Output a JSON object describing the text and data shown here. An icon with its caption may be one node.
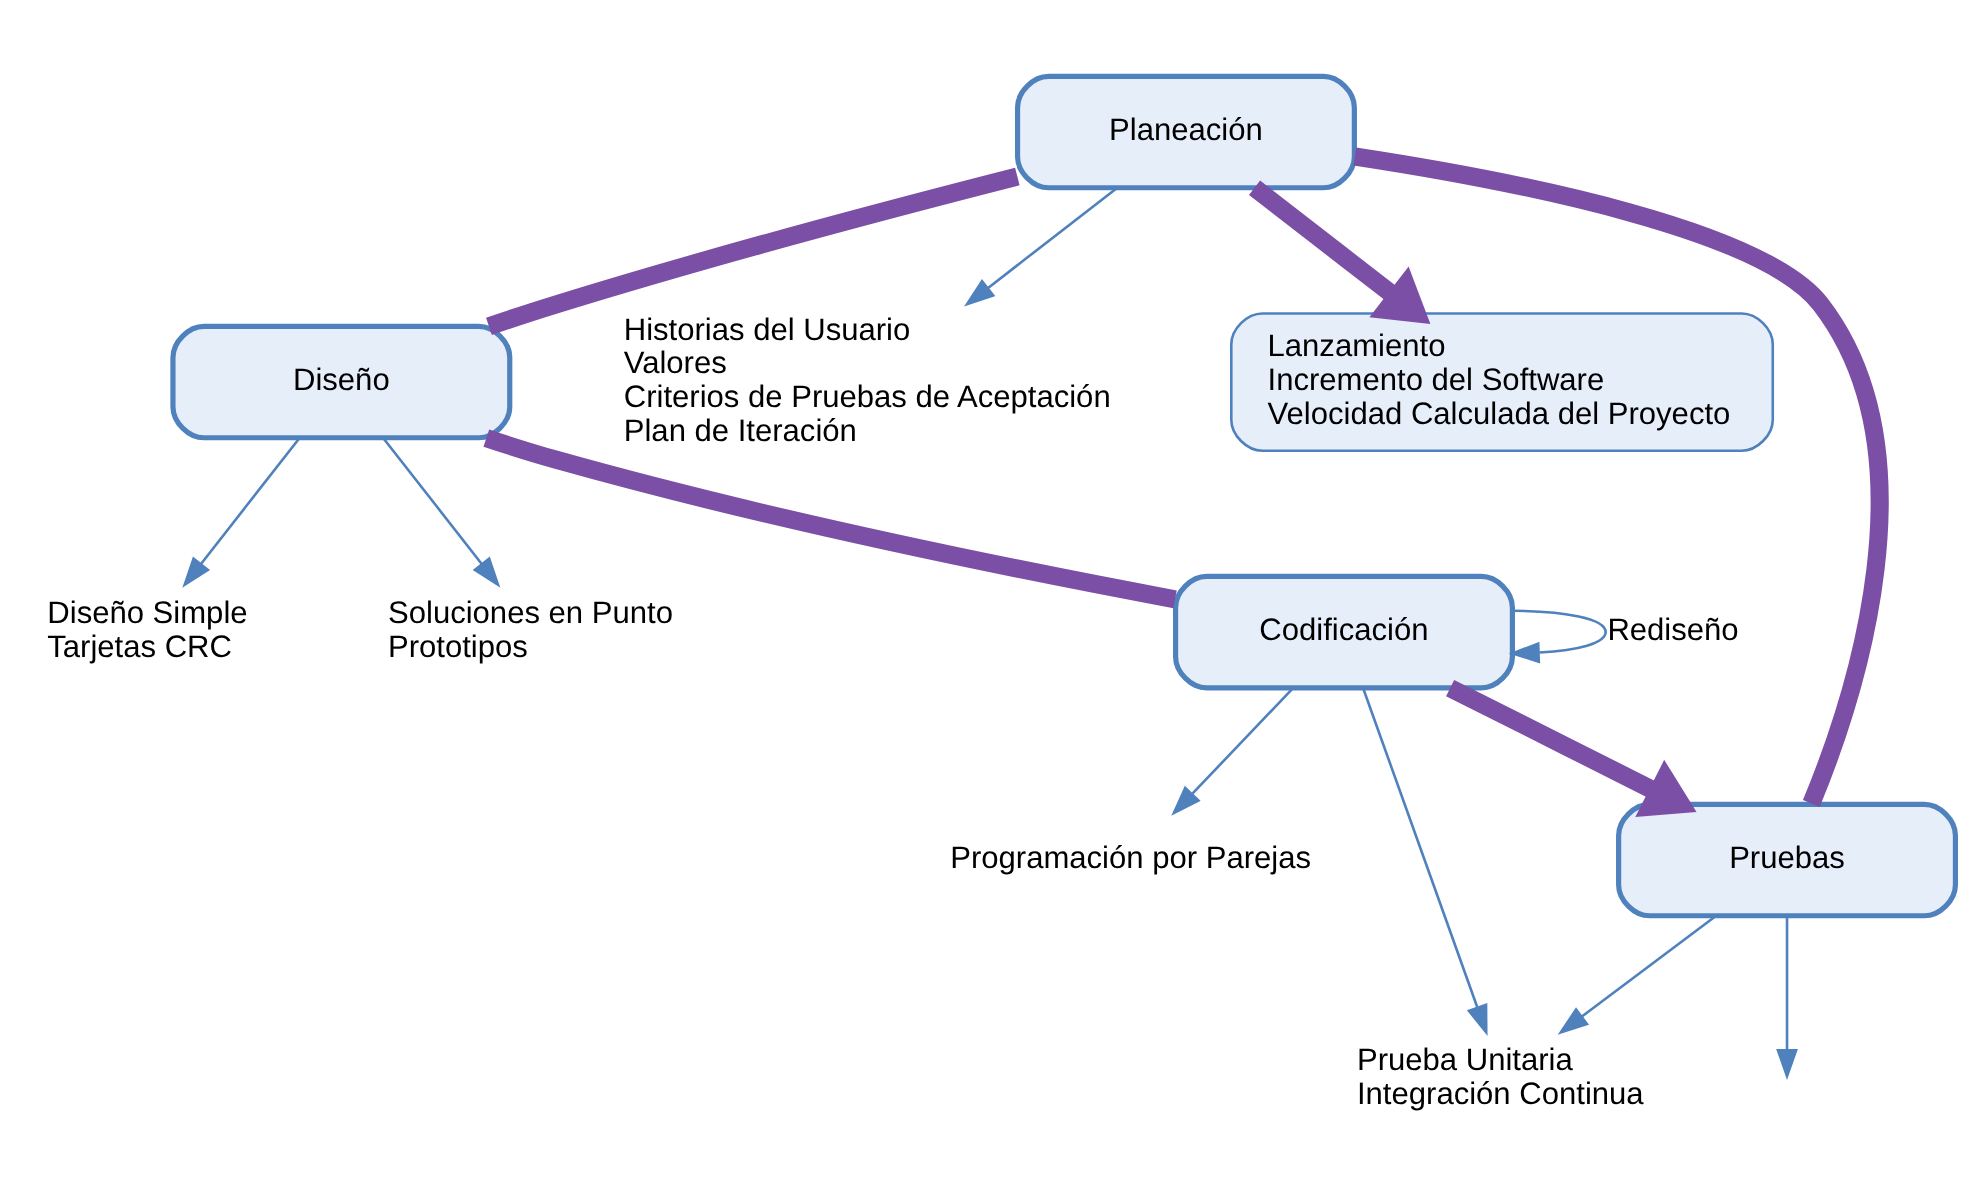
{
  "diagram": {
    "nodes": [
      {
        "text": [
          "Planeación"
        ]
      },
      {
        "text": [
          "Diseño"
        ]
      },
      {
        "text": [
          "Codificación"
        ]
      },
      {
        "text": [
          "Pruebas"
        ]
      },
      {
        "text": [
          "Historias del Usuario",
          "Valores",
          "Criterios de Pruebas de Aceptación",
          "Plan de Iteración"
        ]
      },
      {
        "text": [
          "Diseño Simple",
          "Tarjetas CRC"
        ]
      },
      {
        "text": [
          "Soluciones en Punto",
          "Prototipos"
        ]
      },
      {
        "text": [
          "Programación por Parejas"
        ]
      },
      {
        "text": [
          "Prueba Unitaria",
          "Integración Continua"
        ]
      },
      {
        "text": [
          "Lanzamiento",
          "Incremento del Software",
          "Velocidad Calculada del Proyecto"
        ]
      }
    ],
    "edges": [
      {
        "from": 0,
        "to": 1,
        "arrow": "none",
        "style": "thick",
        "color": "#7b4fa6"
      },
      {
        "from": 1,
        "to": 2,
        "arrow": "none",
        "style": "thick",
        "color": "#7b4fa6"
      },
      {
        "from": 2,
        "to": 3,
        "arrow": "to",
        "style": "thick",
        "color": "#7b4fa6"
      },
      {
        "from": 3,
        "to": 0,
        "arrow": "none",
        "style": "thick",
        "color": "#7b4fa6"
      },
      {
        "from": 0,
        "to": 9,
        "arrow": "to",
        "style": "thick",
        "color": "#7b4fa6"
      },
      {
        "from": 0,
        "to": 4,
        "arrow": "to"
      },
      {
        "from": 1,
        "to": 5,
        "arrow": "to"
      },
      {
        "from": 1,
        "to": 6,
        "arrow": "to"
      },
      {
        "from": 2,
        "to": 2,
        "arrow": "to",
        "label": "Rediseño"
      },
      {
        "from": 2,
        "to": 7,
        "arrow": "to"
      },
      {
        "from": 2,
        "to": 8,
        "arrow": "to"
      },
      {
        "from": 3,
        "to": 8,
        "arrow": "to"
      },
      {
        "from": 3,
        "to": null,
        "arrow": "to"
      }
    ]
  }
}
